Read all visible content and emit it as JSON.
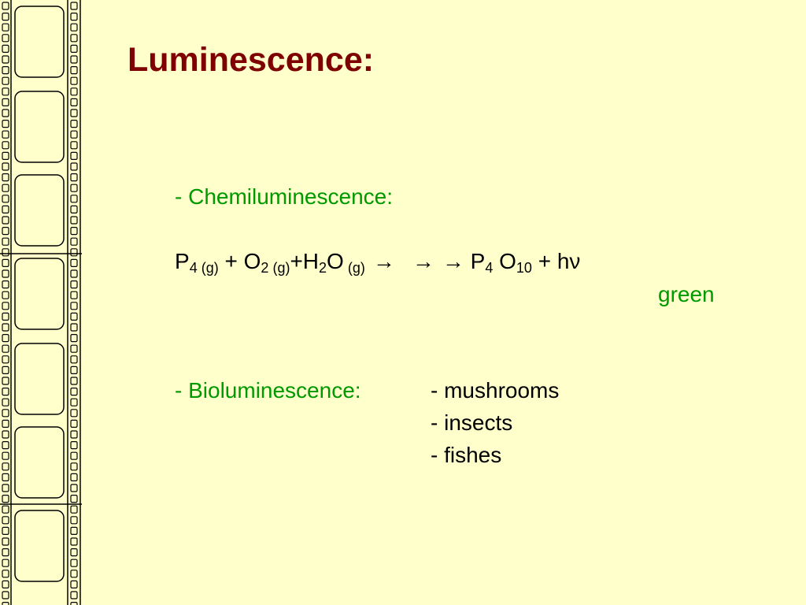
{
  "slide": {
    "title": "Luminescence:",
    "chemi": {
      "heading": "- Chemiluminescence:",
      "equation": {
        "p": "P",
        "p_sub": "4",
        "p_state": "(g)",
        "plus1": "+ O",
        "o_sub": "2",
        "o_state": "(g)",
        "plus_h": "+H",
        "h_sub": "2",
        "h_rest": "O",
        "h_state": "(g)",
        "arrow": "→",
        "product_p": "P",
        "product_p_sub": "4",
        "product_o": "O",
        "product_o_sub": "10",
        "photon": "+ hν"
      },
      "color_label": "green"
    },
    "bio": {
      "heading": "- Bioluminescence:",
      "items": [
        "- mushrooms",
        "- insects",
        "- fishes"
      ]
    }
  },
  "colors": {
    "background": "#ffffcc",
    "title": "#7f0000",
    "accent_green": "#009900",
    "text": "#000000"
  }
}
